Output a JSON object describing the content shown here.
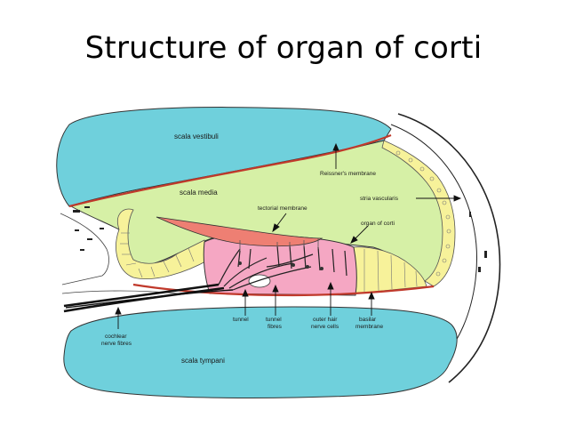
{
  "title": "Structure of organ of corti",
  "colors": {
    "scala_fluid": "#6fd0dc",
    "scala_media": "#d6f0a6",
    "tectorial": "#ee7f73",
    "organ": "#f5a7c3",
    "cells": "#f7f29a",
    "membrane": "#c0392b",
    "nerve": "#111111"
  },
  "labels": {
    "scala_vestibuli": "scala vestibuli",
    "reissners_membrane": "Reissner's membrane",
    "scala_media": "scala media",
    "stria_vascularis": "stria vascularis",
    "tectorial_membrane": "tectorial membrane",
    "organ_of_corti": "organ of corti",
    "cochlear_nerve_fibres_1": "cochlear",
    "cochlear_nerve_fibres_2": "nerve fibres",
    "tunnel": "tunnel",
    "tunnel_fibres_1": "tunnel",
    "tunnel_fibres_2": "fibres",
    "outer_hair_cells_1": "outer hair",
    "outer_hair_cells_2": "nerve cells",
    "basilar_membrane_1": "basilar",
    "basilar_membrane_2": "membrane",
    "scala_tympani": "scala tympani"
  }
}
